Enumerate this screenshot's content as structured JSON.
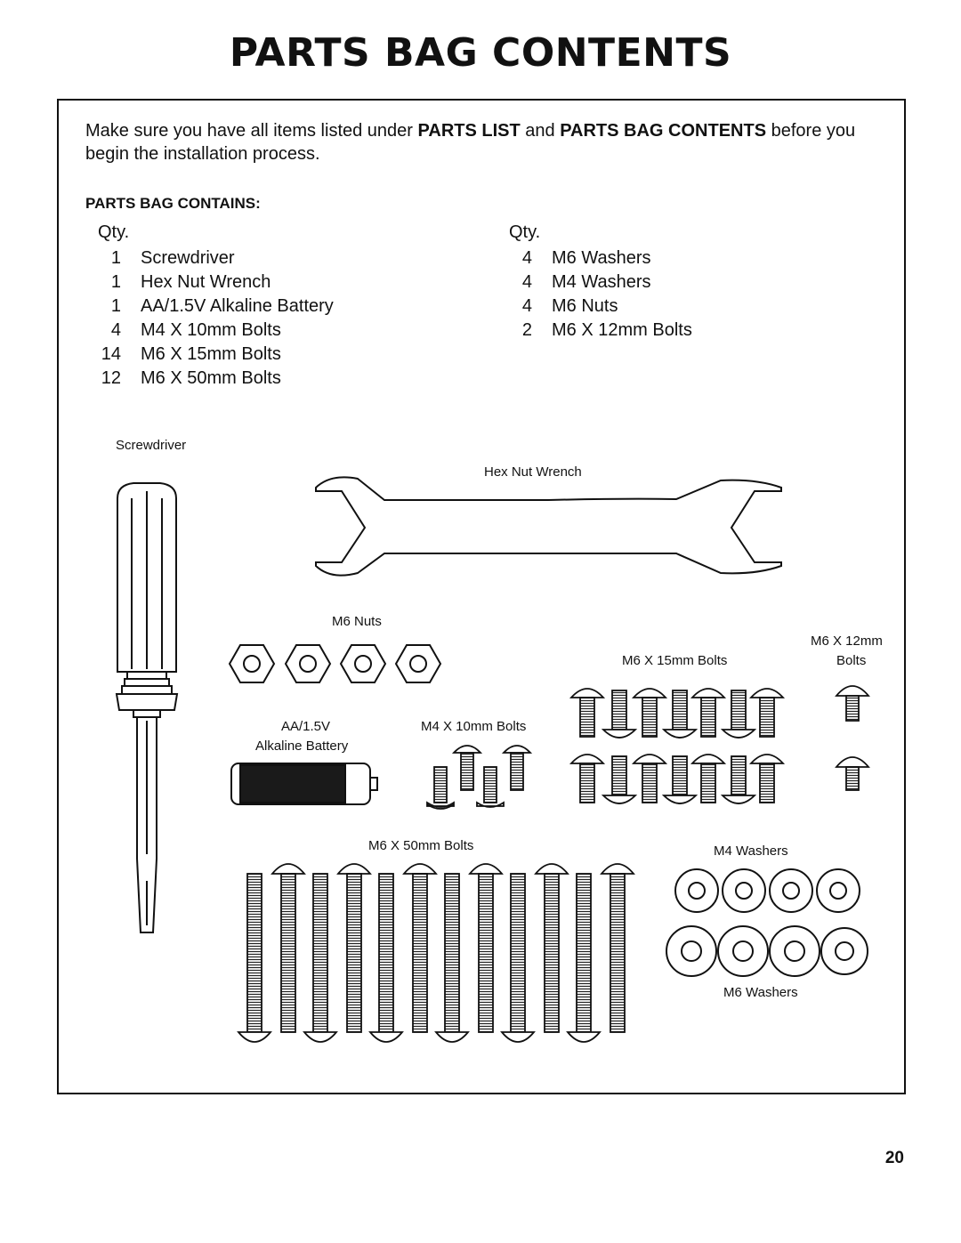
{
  "title": "PARTS BAG CONTENTS",
  "intro": {
    "p1": "Make sure you have all items listed under ",
    "b1": "PARTS LIST",
    "p2": " and ",
    "b2": "PARTS BAG CONTENTS",
    "p3": " before you begin the installation process."
  },
  "heading": "PARTS BAG CONTAINS:",
  "qty_label": "Qty.",
  "left_items": [
    {
      "qty": "1",
      "name": "Screwdriver"
    },
    {
      "qty": "1",
      "name": "Hex Nut Wrench"
    },
    {
      "qty": "1",
      "name": "AA/1.5V Alkaline Battery"
    },
    {
      "qty": "4",
      "name": "M4 X 10mm Bolts"
    },
    {
      "qty": "14",
      "name": "M6 X 15mm Bolts"
    },
    {
      "qty": "12",
      "name": "M6 X 50mm Bolts"
    }
  ],
  "right_items": [
    {
      "qty": "4",
      "name": "M6 Washers"
    },
    {
      "qty": "4",
      "name": "M4 Washers"
    },
    {
      "qty": "4",
      "name": "M6 Nuts"
    },
    {
      "qty": "2",
      "name": "M6 X 12mm Bolts"
    }
  ],
  "labels": {
    "screwdriver": "Screwdriver",
    "wrench": "Hex Nut Wrench",
    "m6_nuts": "M6 Nuts",
    "m6x12_line1": "M6 X 12mm",
    "m6x12_line2": "Bolts",
    "m6x15": "M6 X 15mm Bolts",
    "battery_line1": "AA/1.5V",
    "battery_line2": "Alkaline Battery",
    "m4x10": "M4 X 10mm Bolts",
    "m6x50": "M6 X 50mm Bolts",
    "m4_washers": "M4 Washers",
    "m6_washers": "M6 Washers"
  },
  "page_number": "20"
}
